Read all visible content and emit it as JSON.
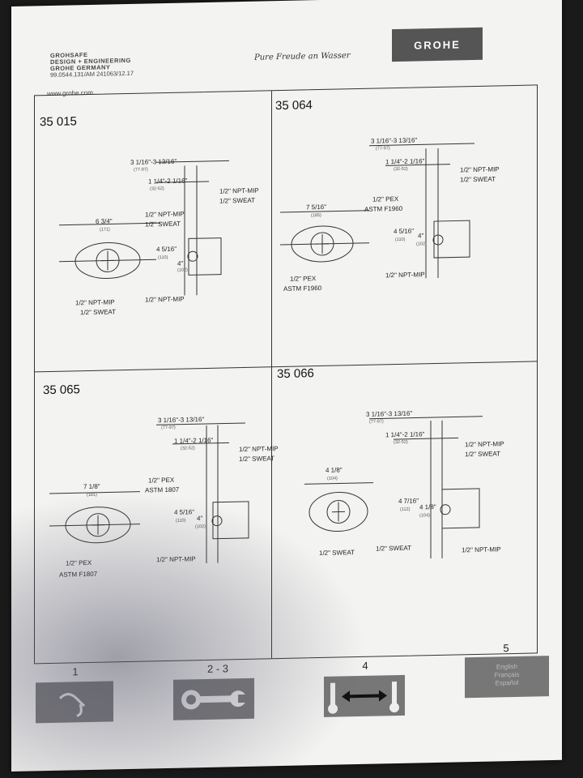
{
  "header": {
    "brand_line1": "GROHSAFE",
    "brand_line2": "DESIGN + ENGINEERING",
    "brand_line3": "GROHE GERMANY",
    "doc_number": "99.0544.131/AM 241063/12.17",
    "website": "www.grohe.com",
    "slogan": "Pure Freude an Wasser",
    "logo": "GROHE"
  },
  "panels": [
    {
      "number": "35 015",
      "dims": [
        "3 1/16\"-3 13/16\"",
        "1 1/4\"-2 1/16\"",
        "1/2\" NPT-MIP",
        "1/2\" SWEAT",
        "6 3/4\"",
        "1/2\" NPT-MIP",
        "1/2\" SWEAT",
        "4 5/16\"",
        "4\"",
        "1/2\" NPT-MIP",
        "1/2\" SWEAT",
        "1/2\" NPT-MIP"
      ],
      "mm": [
        "(77-97)",
        "(32-52)",
        "(171)",
        "(110)",
        "(102)"
      ]
    },
    {
      "number": "35 064",
      "dims": [
        "3 1/16\"-3 13/16\"",
        "1 1/4\"-2 1/16\"",
        "1/2\" NPT-MIP",
        "1/2\" SWEAT",
        "7 5/16\"",
        "1/2\" PEX",
        "ASTM F1960",
        "4 5/16\"",
        "4\"",
        "1/2\" PEX",
        "ASTM F1960",
        "1/2\" NPT-MIP"
      ],
      "mm": [
        "(77-97)",
        "(32-52)",
        "(185)",
        "(110)",
        "(102)"
      ]
    },
    {
      "number": "35 065",
      "dims": [
        "3 1/16\"-3 13/16\"",
        "1 1/4\"-2 1/16\"",
        "1/2\" NPT-MIP",
        "1/2\" SWEAT",
        "7 1/8\"",
        "1/2\" PEX",
        "ASTM 1807",
        "4 5/16\"",
        "4\"",
        "1/2\" PEX",
        "ASTM F1807",
        "1/2\" NPT-MIP"
      ],
      "mm": [
        "(77-97)",
        "(32-52)",
        "(181)",
        "(110)",
        "(102)"
      ]
    },
    {
      "number": "35 066",
      "dims": [
        "3 1/16\"-3 13/16\"",
        "1 1/4\"-2 1/16\"",
        "1/2\" NPT-MIP",
        "1/2\" SWEAT",
        "4 1/8\"",
        "4 7/16\"",
        "4 1/8\"",
        "1/2\" SWEAT",
        "1/2\" SWEAT",
        "1/2\" NPT-MIP"
      ],
      "mm": [
        "(77-97)",
        "(32-52)",
        "(104)",
        "(112)",
        "(104)"
      ]
    }
  ],
  "footer": {
    "steps": [
      "1",
      "2 - 3",
      "4",
      "5"
    ],
    "languages": [
      "English",
      "Français",
      "Español"
    ],
    "icons": [
      "pipe-fitting-icon",
      "wrench-icon",
      "thermometer-adjust-icon",
      "language-icon"
    ]
  }
}
